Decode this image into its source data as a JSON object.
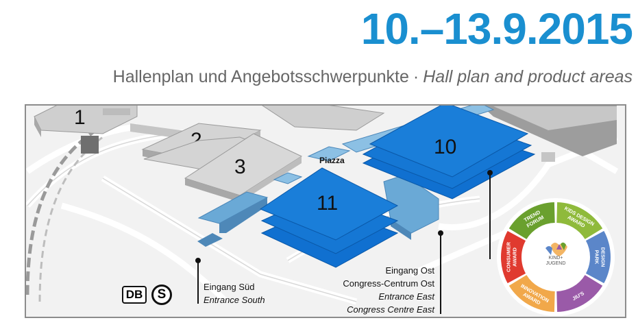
{
  "header": {
    "date": "10.–13.9.2015",
    "subtitle_de": "Hallenplan und Angebotsschwerpunkte",
    "subtitle_sep": "·",
    "subtitle_en": "Hall plan and product areas"
  },
  "map": {
    "halls": [
      {
        "id": "1",
        "label": "1",
        "color": "#cfcfcf"
      },
      {
        "id": "2",
        "label": "2",
        "color": "#cfcfcf"
      },
      {
        "id": "3",
        "label": "3",
        "color": "#cfcfcf"
      },
      {
        "id": "10",
        "label": "10",
        "color": "#1577d4"
      },
      {
        "id": "11",
        "label": "11",
        "color": "#1577d4"
      }
    ],
    "piazza_label": "Piazza",
    "entrance_south": {
      "line1": "Eingang Süd",
      "line2": "Entrance South"
    },
    "entrance_east": {
      "line1": "Eingang Ost",
      "line2": "Congress-Centrum Ost",
      "line3": "Entrance East",
      "line4": "Congress Centre East"
    },
    "transit": {
      "db": "DB",
      "sbahn": "S"
    }
  },
  "product_wheel": {
    "center_line1": "KIND+",
    "center_line2": "JUGEND",
    "segments": [
      {
        "label": "TREND FORUM",
        "color": "#6aa02e"
      },
      {
        "label": "KIDS DESIGN AWARD",
        "color": "#8fba3b"
      },
      {
        "label": "DESIGN PARK",
        "color": "#5b86c9"
      },
      {
        "label": "JIU'S",
        "color": "#9a5aa8"
      },
      {
        "label": "INNOVATION AWARD",
        "color": "#f1a84a"
      },
      {
        "label": "CONSUMER AWARD",
        "color": "#e03a2f"
      }
    ]
  }
}
